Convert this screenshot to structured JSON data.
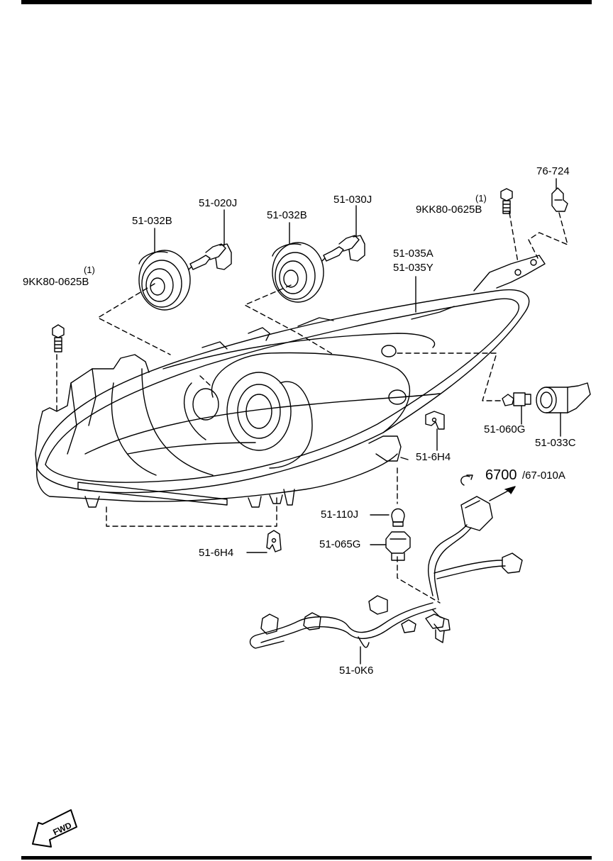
{
  "diagram": {
    "labels": {
      "bulb_socket_76_724": "76-724",
      "qty_bolt_top": "(1)",
      "bolt_top": "9KK80-0625B",
      "bulb_51_020j": "51-020J",
      "bulb_51_030j": "51-030J",
      "cap_51_032b_left": "51-032B",
      "cap_51_032b_right": "51-032B",
      "qty_bolt_left": "(1)",
      "bolt_left": "9KK80-0625B",
      "headlamp_a": "51-035A",
      "headlamp_y": "51-035Y",
      "bulb_51_060g": "51-060G",
      "socket_51_033c": "51-033C",
      "clip_51_6h4_right": "51-6H4",
      "ref_6700": "6700",
      "ref_67_010a": "/67-010A",
      "bulb_51_110j": "51-110J",
      "socket_51_065g": "51-065G",
      "clip_51_6h4_bottom": "51-6H4",
      "harness_51_0k6": "51-0K6"
    },
    "fwd": "FWD"
  }
}
